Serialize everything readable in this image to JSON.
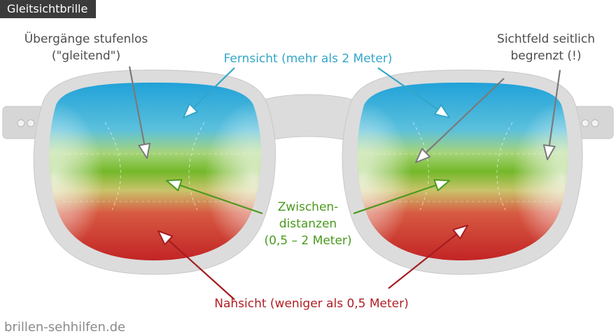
{
  "title": "Gleitsichtbrille",
  "labels": {
    "uebergaenge": [
      "Übergänge stufenlos",
      "(\"gleitend\")"
    ],
    "fernsicht": "Fernsicht (mehr als 2 Meter)",
    "sichtfeld": [
      "Sichtfeld seitlich",
      "begrenzt (!)"
    ],
    "zwischen": [
      "Zwischen-",
      "distanzen",
      "(0,5 – 2 Meter)"
    ],
    "nahsicht": "Nahsicht (weniger als 0,5 Meter)"
  },
  "footer": "brillen-sehhilfen.de",
  "colors": {
    "far": "#2fa6dc",
    "mid": "#6ab42c",
    "near": "#c72a26",
    "frame": "#dcdcdc",
    "arrow_gray": "#7a7a7a",
    "arrow_blue": "#33a6c8",
    "arrow_green": "#4a9a1e",
    "arrow_red": "#a51c20"
  }
}
